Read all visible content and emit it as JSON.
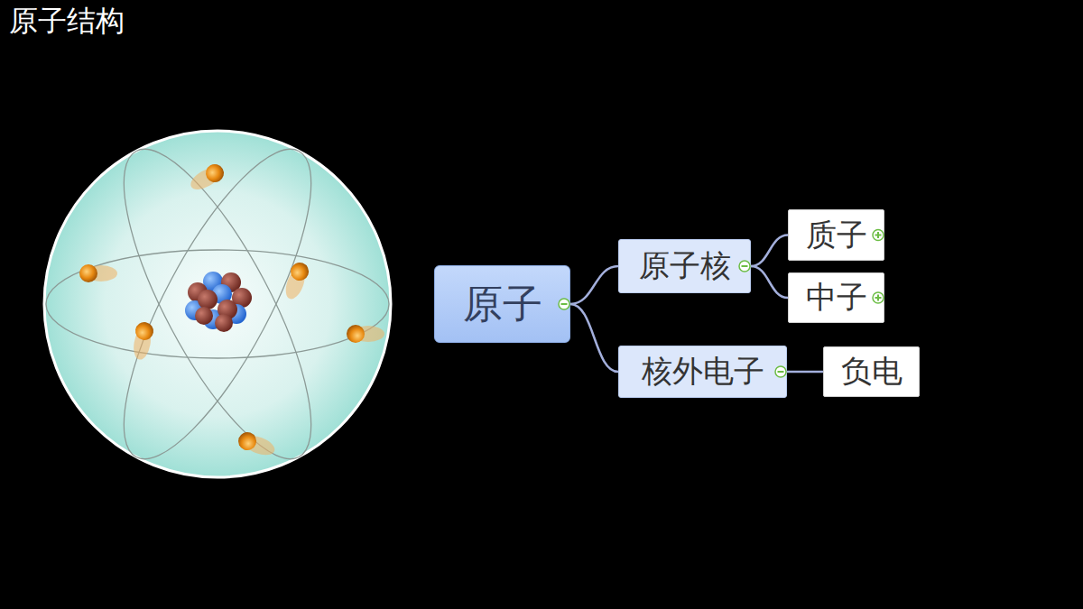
{
  "diagram": {
    "title": "原子结构",
    "nodes": [
      {
        "text": [
          "原子"
        ]
      },
      {
        "text": [
          "原子核"
        ]
      },
      {
        "text": [
          "质子"
        ]
      },
      {
        "text": [
          "中子"
        ]
      },
      {
        "text": [
          "核外电子"
        ]
      },
      {
        "text": [
          "负电"
        ]
      }
    ],
    "edges": [
      {
        "from": 0,
        "to": 1,
        "arrow": "none"
      },
      {
        "from": 0,
        "to": 4,
        "arrow": "none"
      },
      {
        "from": 1,
        "to": 2,
        "arrow": "none"
      },
      {
        "from": 1,
        "to": 3,
        "arrow": "none"
      },
      {
        "from": 4,
        "to": 5,
        "arrow": "none"
      }
    ]
  }
}
